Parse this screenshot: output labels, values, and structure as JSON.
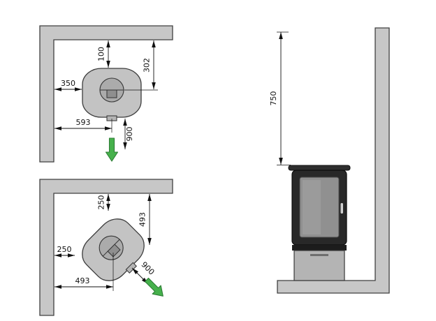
{
  "colors": {
    "wall_fill": "#c7c7c7",
    "wall_stroke": "#404040",
    "dim_line": "#111111",
    "stove_top_fill": "#c3c3c3",
    "flue_fill": "#ababab",
    "stove_body_fill": "#282828",
    "glass_fill": "#909090",
    "pedestal_fill": "#b4b4b4",
    "direction_arrow_fill": "#46b14c"
  },
  "views": {
    "top_parallel": {
      "dims": {
        "wall_to_stove_back": "100",
        "wall_to_flue_center": "302",
        "sidewall_to_stove_side": "350",
        "sidewall_to_flue_center": "593",
        "front_clearance": "900"
      }
    },
    "top_corner": {
      "dims": {
        "wall_to_stove_corner": "250",
        "wall_to_flue_center": "493",
        "sidewall_to_stove_corner": "250",
        "sidewall_to_flue_center": "493",
        "front_clearance": "900"
      }
    },
    "front": {
      "dims": {
        "wall_top_to_stove_top": "750"
      }
    }
  }
}
